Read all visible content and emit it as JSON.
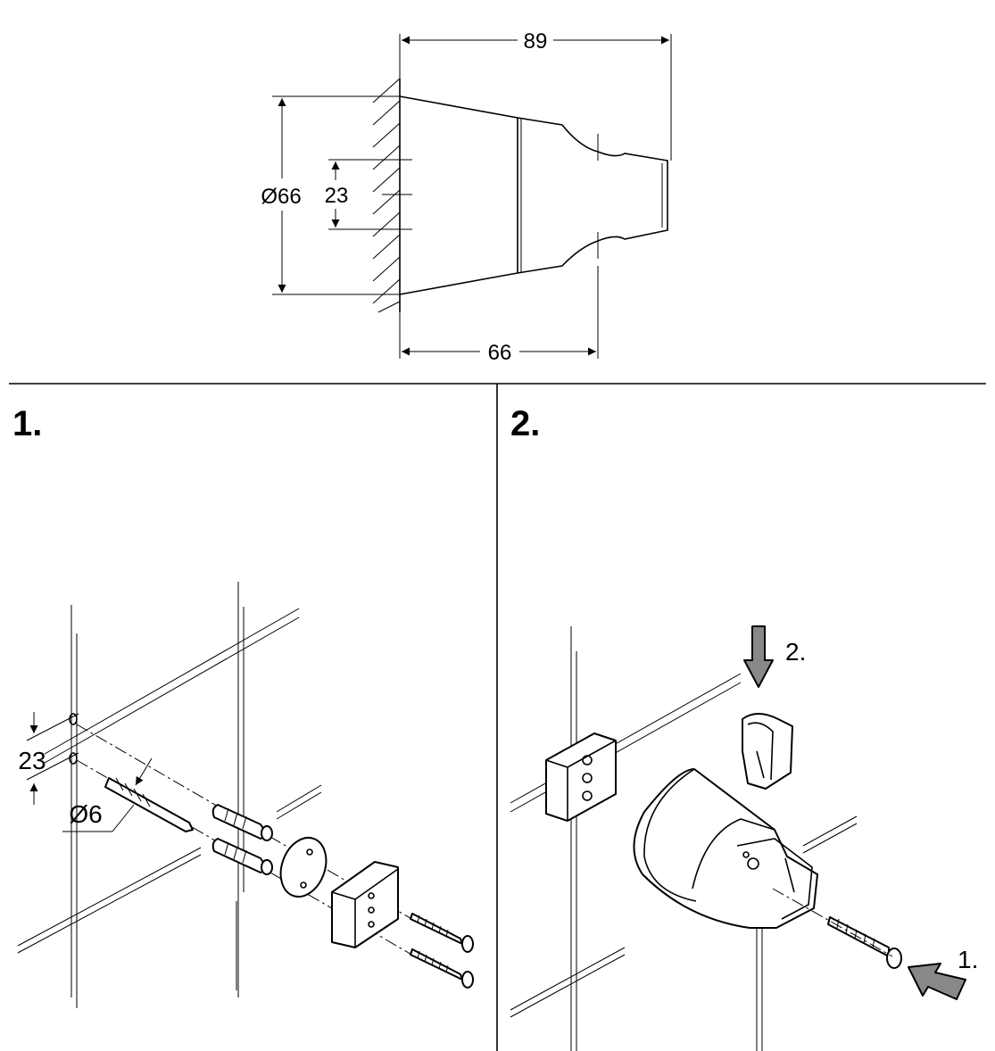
{
  "dimension_drawing": {
    "width_total": "89",
    "width_base": "66",
    "diameter": "Ø66",
    "hole_spacing": "23"
  },
  "step1": {
    "label": "1.",
    "hole_spacing": "23",
    "drill_diameter": "Ø6"
  },
  "step2": {
    "label": "2.",
    "arrow_down_label": "2.",
    "arrow_side_label": "1."
  }
}
